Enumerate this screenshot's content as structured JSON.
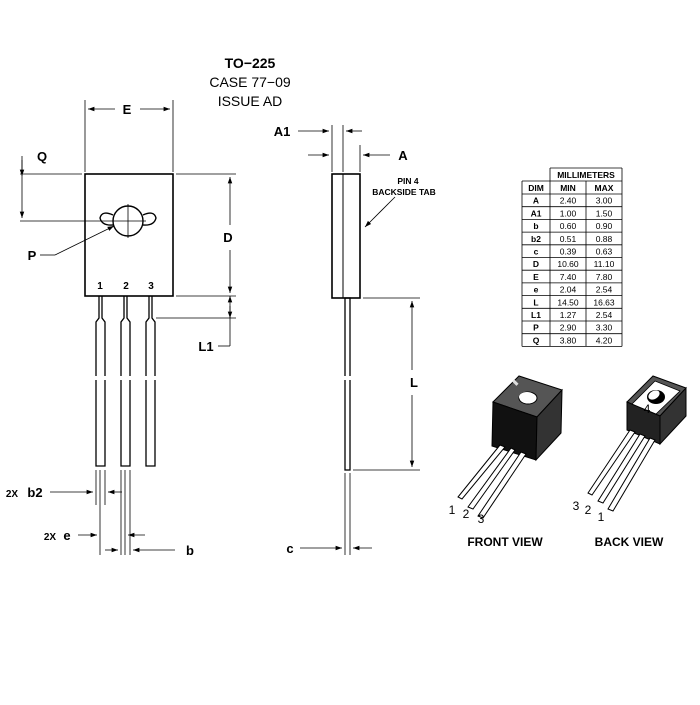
{
  "header": {
    "package": "TO−225",
    "case": "CASE 77−09",
    "issue": "ISSUE AD"
  },
  "front_labels": {
    "E": "E",
    "Q": "Q",
    "P": "P",
    "D": "D",
    "L1": "L1",
    "pin1": "1",
    "pin2": "2",
    "pin3": "3",
    "b2_mult": "2X",
    "b2": "b2",
    "e_mult": "2X",
    "e": "e",
    "b": "b"
  },
  "side_labels": {
    "A1": "A1",
    "A": "A",
    "tab_line1": "PIN 4",
    "tab_line2": "BACKSIDE TAB",
    "L": "L",
    "c": "c"
  },
  "table": {
    "group_header": "MILLIMETERS",
    "col_dim": "DIM",
    "col_min": "MIN",
    "col_max": "MAX",
    "rows": [
      {
        "dim": "A",
        "min": "2.40",
        "max": "3.00"
      },
      {
        "dim": "A1",
        "min": "1.00",
        "max": "1.50"
      },
      {
        "dim": "b",
        "min": "0.60",
        "max": "0.90"
      },
      {
        "dim": "b2",
        "min": "0.51",
        "max": "0.88"
      },
      {
        "dim": "c",
        "min": "0.39",
        "max": "0.63"
      },
      {
        "dim": "D",
        "min": "10.60",
        "max": "11.10"
      },
      {
        "dim": "E",
        "min": "7.40",
        "max": "7.80"
      },
      {
        "dim": "e",
        "min": "2.04",
        "max": "2.54"
      },
      {
        "dim": "L",
        "min": "14.50",
        "max": "16.63"
      },
      {
        "dim": "L1",
        "min": "1.27",
        "max": "2.54"
      },
      {
        "dim": "P",
        "min": "2.90",
        "max": "3.30"
      },
      {
        "dim": "Q",
        "min": "3.80",
        "max": "4.20"
      }
    ]
  },
  "views": {
    "front_title": "FRONT VIEW",
    "back_title": "BACK VIEW",
    "front_pins": [
      "1",
      "2",
      "3"
    ],
    "back_pins": [
      "3",
      "2",
      "1"
    ],
    "back_tab": "4"
  }
}
